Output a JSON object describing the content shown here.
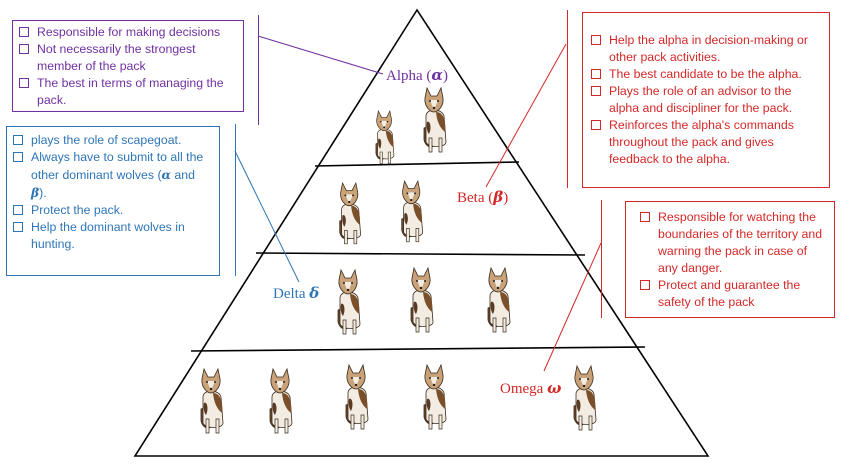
{
  "colors": {
    "alpha": "#7030a0",
    "delta": "#2e75b6",
    "beta": "#d42828",
    "omega": "#d42828",
    "pyramid": "#000000"
  },
  "labels": {
    "alpha": {
      "name": "Alpha",
      "symbol": "α"
    },
    "beta": {
      "name": "Beta",
      "symbol": "β"
    },
    "delta": {
      "name": "Delta",
      "symbol": "δ"
    },
    "omega": {
      "name": "Omega",
      "symbol": "ω"
    }
  },
  "alpha_box": {
    "items": [
      "Responsible for making decisions",
      "Not necessarily the strongest member of the pack",
      "The best in terms of managing the pack."
    ]
  },
  "delta_box": {
    "items": [
      {
        "pre": "plays the role of scapegoat.",
        "sym1": "",
        "mid": "",
        "sym2": "",
        "post": ""
      },
      {
        "pre": "Always have to submit to all the other dominant wolves (",
        "sym1": "α",
        "mid": " and ",
        "sym2": "β",
        "post": ")."
      },
      {
        "pre": "Protect the pack.",
        "sym1": "",
        "mid": "",
        "sym2": "",
        "post": ""
      },
      {
        "pre": "Help the dominant wolves in hunting.",
        "sym1": "",
        "mid": "",
        "sym2": "",
        "post": ""
      }
    ]
  },
  "beta_box": {
    "items": [
      "Help the alpha in decision-making or other pack activities.",
      "The best candidate to be the alpha.",
      "Plays the role of an advisor to the alpha and discipliner for the pack.",
      "Reinforces the alpha's commands throughout the pack and gives feedback to the alpha."
    ]
  },
  "omega_box": {
    "items": [
      "Responsible for watching the boundaries of the territory and warning the pack in case of any danger.",
      "Protect and guarantee the safety of the pack"
    ]
  },
  "wolves_per_tier": [
    2,
    2,
    3,
    5
  ]
}
